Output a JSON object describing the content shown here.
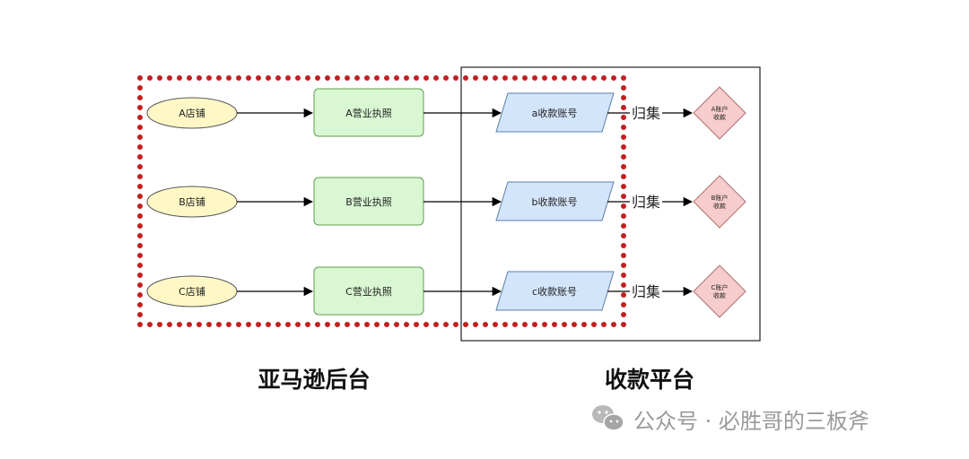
{
  "diagram": {
    "rows": [
      {
        "store": "A店铺",
        "license": "A营业执照",
        "account": "a收款账号",
        "collect": "归集",
        "target_line1": "A账户",
        "target_line2": "收款"
      },
      {
        "store": "B店铺",
        "license": "B营业执照",
        "account": "b收款账号",
        "collect": "归集",
        "target_line1": "B账户",
        "target_line2": "收款"
      },
      {
        "store": "C店铺",
        "license": "C营业执照",
        "account": "c收款账号",
        "collect": "归集",
        "target_line1": "C账户",
        "target_line2": "收款"
      }
    ],
    "region_labels": {
      "amazon_backend": "亚马逊后台",
      "payment_platform": "收款平台"
    },
    "colors": {
      "store_fill": "#fff8c6",
      "license_fill": "#d9f7d2",
      "license_stroke": "#5f9c4f",
      "account_fill": "#d3e5fb",
      "account_stroke": "#5a7ea8",
      "target_fill": "#f6cccc",
      "target_stroke": "#b07070",
      "dotted_border": "#c41f1f"
    }
  },
  "watermark": {
    "icon": "wechat-icon",
    "text": "公众号 · 必胜哥的三板斧"
  }
}
